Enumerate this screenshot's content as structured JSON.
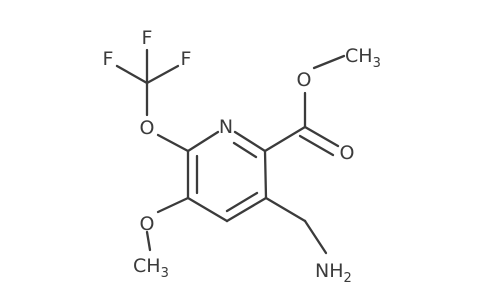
{
  "atoms": {
    "N": "N",
    "O_ether": "O",
    "O_carbonyl": "O",
    "O_ester": "O",
    "O_methoxy": "O",
    "F_top": "F",
    "F_left": "F",
    "F_right": "F",
    "CH3_ester": "CH",
    "CH3_ester_sub": "3",
    "CH3_methoxy": "CH",
    "CH3_methoxy_sub": "3",
    "NH2": "NH",
    "NH2_sub": "2"
  },
  "colors": {
    "ink": "#3b3b3b",
    "background": "#ffffff"
  }
}
